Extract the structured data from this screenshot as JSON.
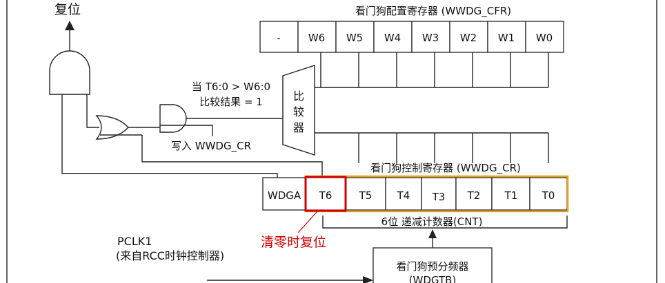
{
  "reset_label": "复位",
  "cfr": {
    "title": "看门狗配置寄存器 (WWDG_CFR)",
    "bits": [
      "-",
      "W6",
      "W5",
      "W4",
      "W3",
      "W2",
      "W1",
      "W0"
    ]
  },
  "cr": {
    "title": "看门狗控制寄存器 (WWDG_CR)",
    "bits": [
      "WDGA",
      "T6",
      "T5",
      "T4",
      "T3",
      "T2",
      "T1",
      "T0"
    ]
  },
  "comparator": {
    "chars": [
      "比",
      "较",
      "器"
    ],
    "condition_line1": "当 T6:0 > W6:0",
    "condition_line2": "比较结果 = 1"
  },
  "write_label": "写入 WWDG_CR",
  "counter_label": "6位 递减计数器(CNT)",
  "clear_note": "清零时复位",
  "pclk": {
    "line1": "PCLK1",
    "line2": "(来自RCC时钟控制器)"
  },
  "prescaler": {
    "line1": "看门狗预分频器",
    "line2": "(WDGTB)"
  },
  "colors": {
    "highlight_red": "#d00000",
    "highlight_yellow": "#e8a317"
  }
}
